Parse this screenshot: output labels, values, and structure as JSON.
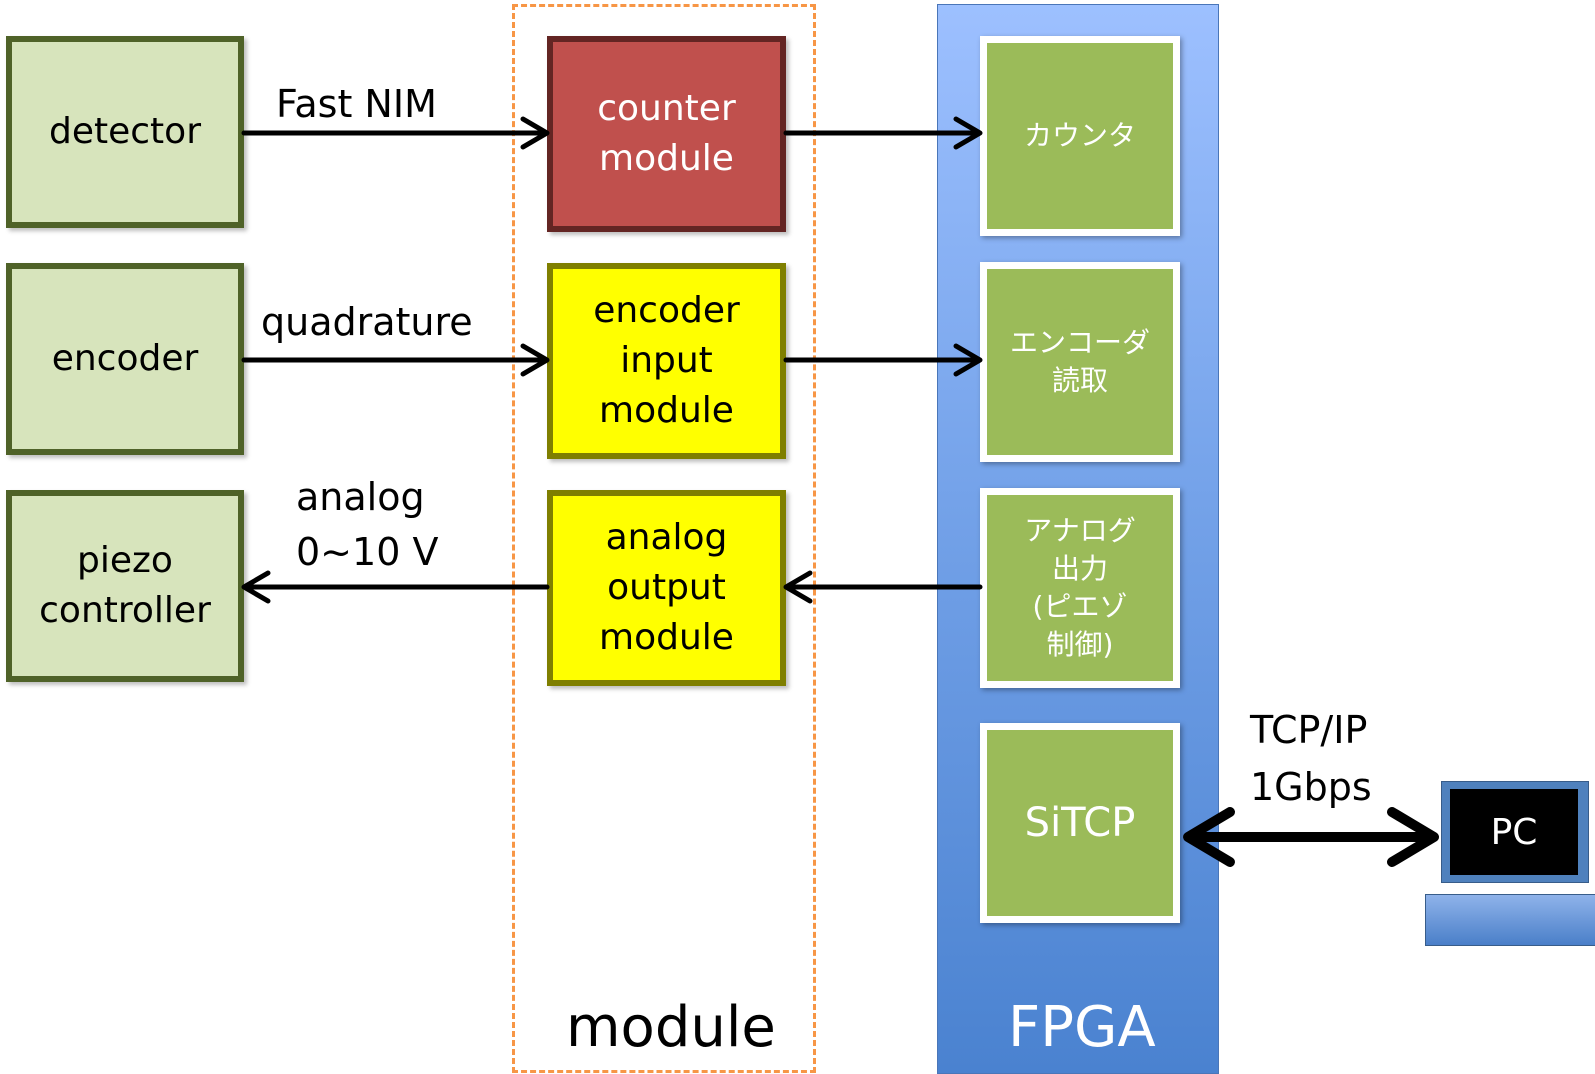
{
  "sources": {
    "detector": "detector",
    "encoder": "encoder",
    "piezo_line1": "piezo",
    "piezo_line2": "controller"
  },
  "signals": {
    "fast_nim": "Fast NIM",
    "quadrature": "quadrature",
    "analog_line1": "analog",
    "analog_line2": "0~10 V",
    "tcp_line1": "TCP/IP",
    "tcp_line2": "1Gbps"
  },
  "modules": {
    "counter_line1": "counter",
    "counter_line2": "module",
    "encoder_line1": "encoder",
    "encoder_line2": "input",
    "encoder_line3": "module",
    "analog_line1": "analog",
    "analog_line2": "output",
    "analog_line3": "module",
    "group_label": "module"
  },
  "fpga": {
    "label": "FPGA",
    "counter": "カウンタ",
    "encoder_line1": "エンコーダ",
    "encoder_line2": "読取",
    "analog_line1": "アナログ",
    "analog_line2": "出力",
    "analog_line3": "(ピエゾ",
    "analog_line4": "制御)",
    "sitcp": "SiTCP"
  },
  "pc": {
    "label": "PC"
  },
  "colors": {
    "source_fill": "#d7e4bc",
    "source_border": "#4f6228",
    "counter_fill": "#c0504d",
    "yellow_fill": "#ffff00",
    "fpga_block_fill": "#9bbb59",
    "fpga_column": "#79a6ec",
    "module_frame": "#f79646"
  }
}
